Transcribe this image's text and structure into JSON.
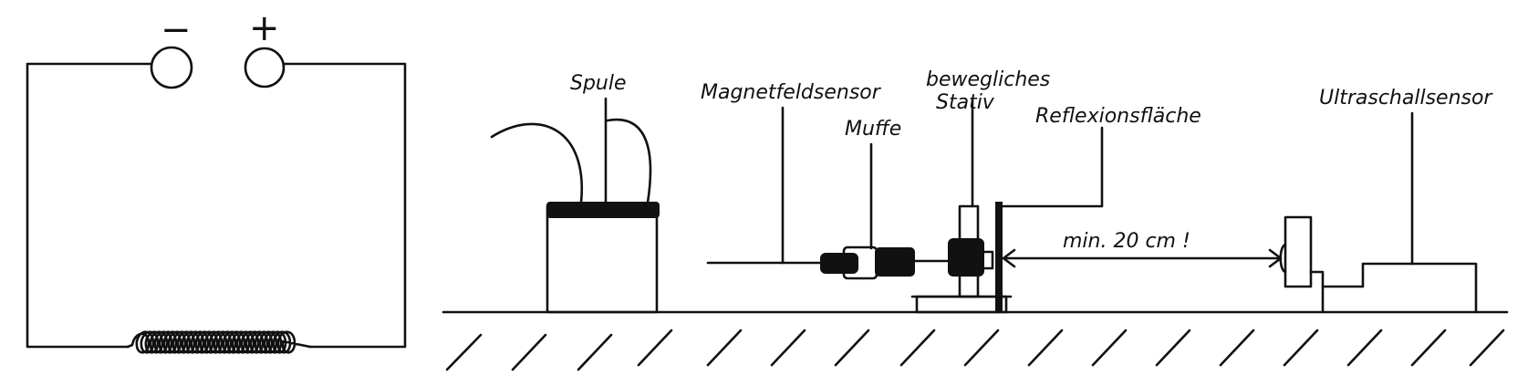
{
  "circuit": {
    "minus": "−",
    "plus": "+"
  },
  "labels": {
    "spule": "Spule",
    "magnetfeldsensor": "Magnetfeldsensor",
    "muffe": "Muffe",
    "stativ_line1": "bewegliches",
    "stativ_line2": "Stativ",
    "reflexionsflaeche": "Reflexionsfläche",
    "ultraschallsensor": "Ultraschallsensor",
    "distance": "min. 20 cm !"
  },
  "colors": {
    "ink": "#111111",
    "background": "#ffffff"
  }
}
